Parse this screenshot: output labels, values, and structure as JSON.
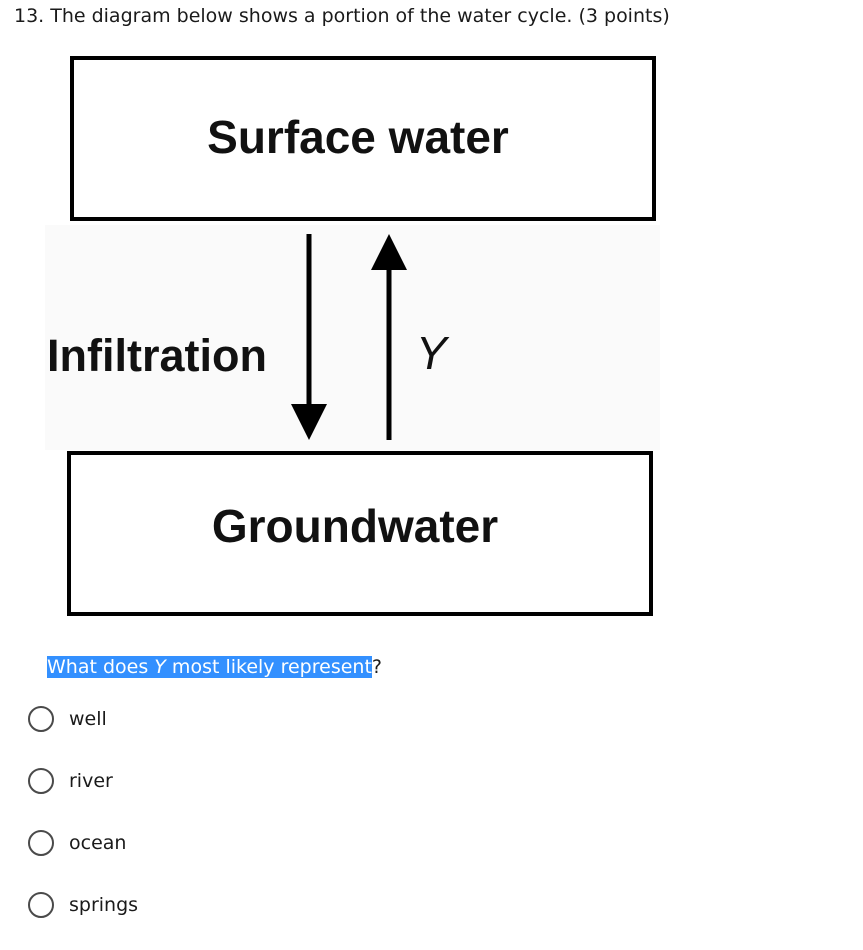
{
  "question": {
    "number": "13.",
    "text": "The diagram below shows a portion of the water cycle. (3 points)"
  },
  "diagram": {
    "top_box_label": "Surface water",
    "bottom_box_label": "Groundwater",
    "left_arrow_label": "Infiltration",
    "right_arrow_label": "Y"
  },
  "prompt": {
    "part1": "What does ",
    "variable": "Y",
    "part2": " most likely represent",
    "end": "?",
    "highlight_color": "#3390ff"
  },
  "choices": [
    {
      "label": "well",
      "selected": false
    },
    {
      "label": "river",
      "selected": false
    },
    {
      "label": "ocean",
      "selected": false
    },
    {
      "label": "springs",
      "selected": false
    }
  ]
}
